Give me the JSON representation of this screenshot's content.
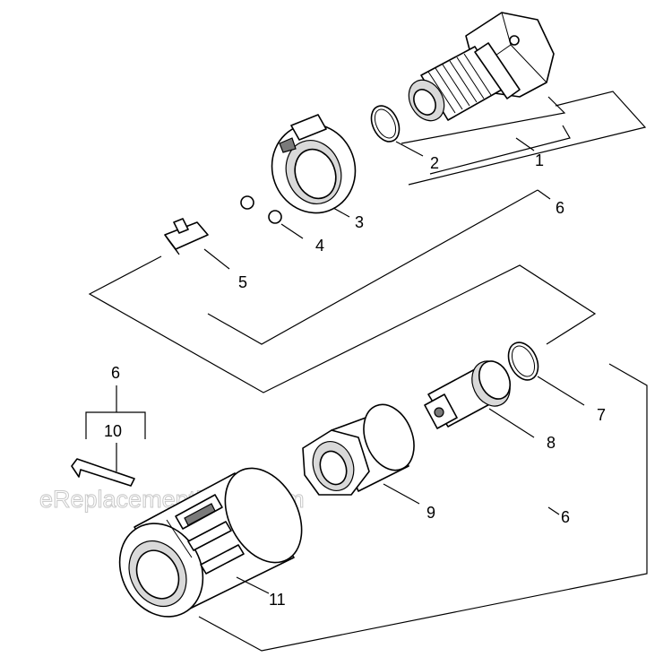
{
  "watermark": "eReplacementParts.com",
  "callouts": {
    "c1": "1",
    "c2": "2",
    "c3": "3",
    "c4": "4",
    "c5": "5",
    "c6_top": "6",
    "c6_left": "6",
    "c6_bottom": "6",
    "c7": "7",
    "c8": "8",
    "c9": "9",
    "c10": "10",
    "c11": "11"
  }
}
